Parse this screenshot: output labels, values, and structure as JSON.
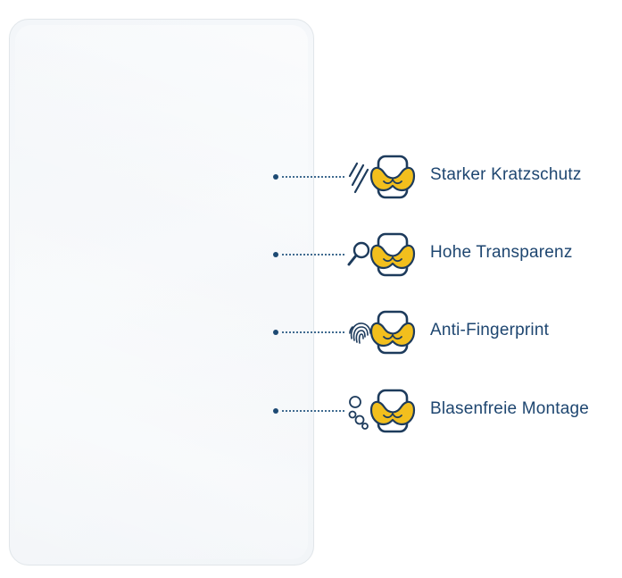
{
  "colors": {
    "text": "#1e4670",
    "accent_gold": "#f2bf1d",
    "icon_stroke": "#1d3b5c"
  },
  "image": {
    "subject": "screen-protector"
  },
  "features": [
    {
      "label": "Starker Kratzschutz",
      "icon": "scratch-lines-icon"
    },
    {
      "label": "Hohe Transparenz",
      "icon": "magnifier-icon"
    },
    {
      "label": "Anti-Fingerprint",
      "icon": "fingerprint-icon"
    },
    {
      "label": "Blasenfreie Montage",
      "icon": "bubbles-icon"
    }
  ]
}
